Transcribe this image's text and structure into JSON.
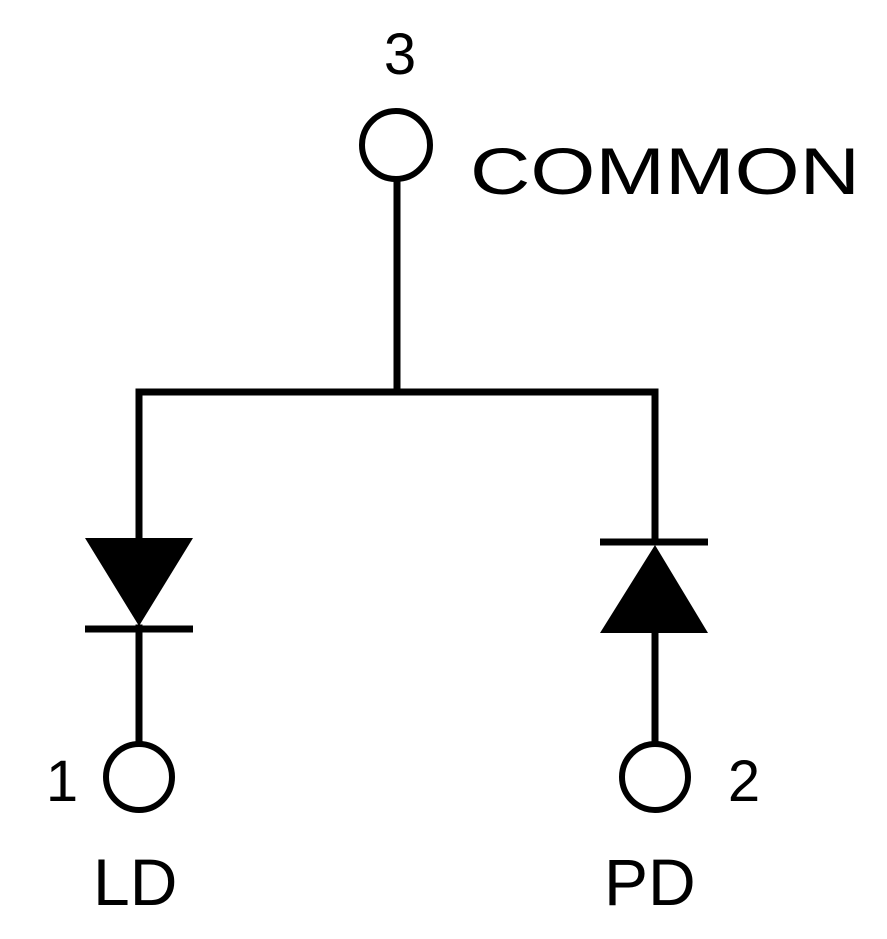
{
  "diagram": {
    "pin3": {
      "number": "3",
      "name": "COMMON"
    },
    "pin1": {
      "number": "1",
      "name": "LD"
    },
    "pin2": {
      "number": "2",
      "name": "PD"
    }
  },
  "colors": {
    "line": "#000000",
    "background": "#ffffff"
  }
}
